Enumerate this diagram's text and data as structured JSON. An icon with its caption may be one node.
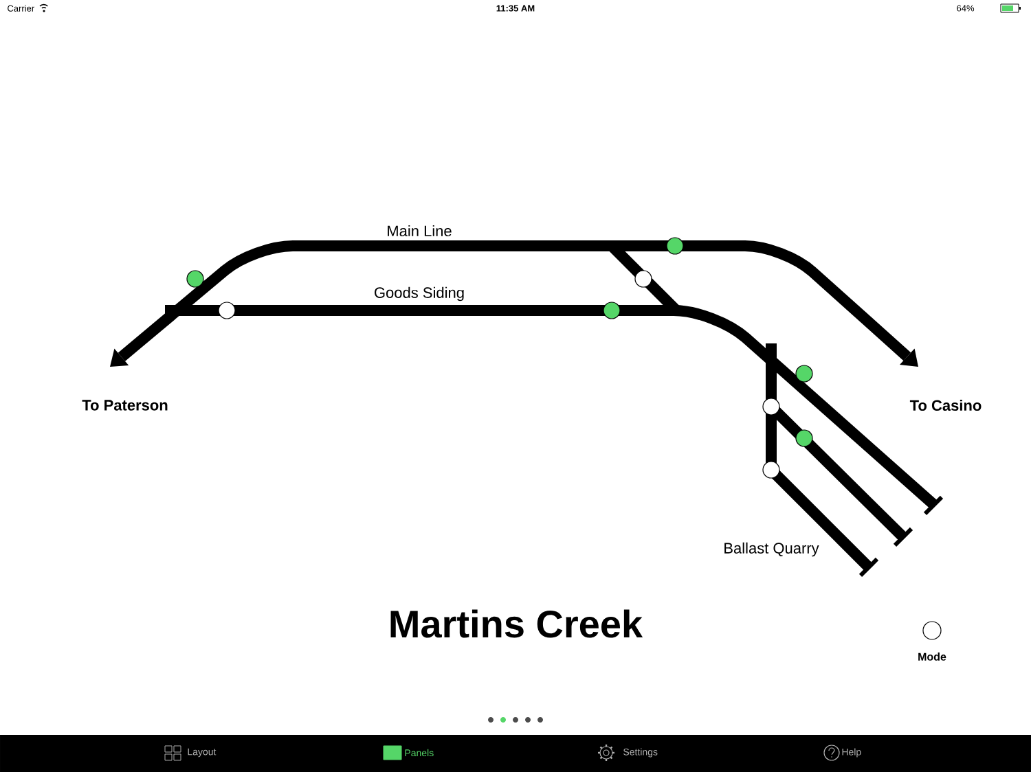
{
  "diagram": {
    "title": "Martins Creek",
    "labels": [
      "Carrier",
      "11:35 AM",
      "64%",
      "Main Line",
      "Goods Siding",
      "To Paterson",
      "To Casino",
      "Ballast Quarry",
      "Mode",
      "Layout",
      "Panels",
      "Settings",
      "Help"
    ]
  }
}
